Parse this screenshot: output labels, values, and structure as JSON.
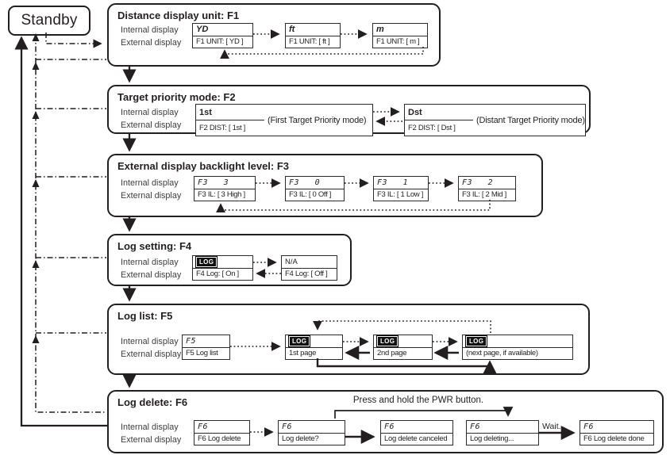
{
  "standby": {
    "label": "Standby"
  },
  "labels": {
    "internal": "Internal display",
    "external": "External display"
  },
  "colors": {
    "line": "#231f20",
    "background": "#ffffff",
    "badge_bg": "#111111",
    "badge_text": "#ffffff"
  },
  "sections": [
    {
      "id": "F1",
      "title": "Distance display unit: F1",
      "options": [
        {
          "internal": "YD",
          "external": "F1 UNIT: [ YD ]"
        },
        {
          "internal": "ft",
          "external": "F1 UNIT: [ ft ]"
        },
        {
          "internal": "m",
          "external": "F1 UNIT: [ m ]"
        }
      ]
    },
    {
      "id": "F2",
      "title": "Target priority mode: F2",
      "options": [
        {
          "internal": "1st",
          "external": "F2 DIST: [ 1st ]",
          "note": "(First Target Priority mode)"
        },
        {
          "internal": "Dst",
          "external": "F2 DIST: [ Dst ]",
          "note": "(Distant Target Priority mode)"
        }
      ]
    },
    {
      "id": "F3",
      "title": "External display backlight level: F3",
      "options": [
        {
          "internal": "F3   3",
          "external": "F3 IL: [ 3 High ]"
        },
        {
          "internal": "F3   0",
          "external": "F3 IL: [ 0 Off ]"
        },
        {
          "internal": "F3   1",
          "external": "F3 IL: [ 1 Low ]"
        },
        {
          "internal": "F3   2",
          "external": "F3 IL: [ 2 Mid ]"
        }
      ]
    },
    {
      "id": "F4",
      "title": "Log setting: F4",
      "options": [
        {
          "internal": "LOG",
          "external": "F4 Log: [ On ]"
        },
        {
          "internal": "N/A",
          "external": "F4 Log: [ Off ]"
        }
      ]
    },
    {
      "id": "F5",
      "title": "Log list: F5",
      "options": [
        {
          "internal": "F5",
          "external": "F5 Log list"
        },
        {
          "internal": "LOG",
          "external": "1st page"
        },
        {
          "internal": "LOG",
          "external": "2nd page"
        },
        {
          "internal": "LOG",
          "external": "(next page, if available)"
        }
      ]
    },
    {
      "id": "F6",
      "title": "Log delete: F6",
      "hint": "Press and hold the PWR button.",
      "wait_label": "Wait...",
      "options": [
        {
          "internal": "F6",
          "external": "F6 Log delete"
        },
        {
          "internal": "F6",
          "external": "Log delete?"
        },
        {
          "internal": "F6",
          "external": "Log delete canceled"
        },
        {
          "internal": "F6",
          "external": "Log deleting..."
        },
        {
          "internal": "F6",
          "external": "F6 Log delete done"
        }
      ]
    }
  ]
}
